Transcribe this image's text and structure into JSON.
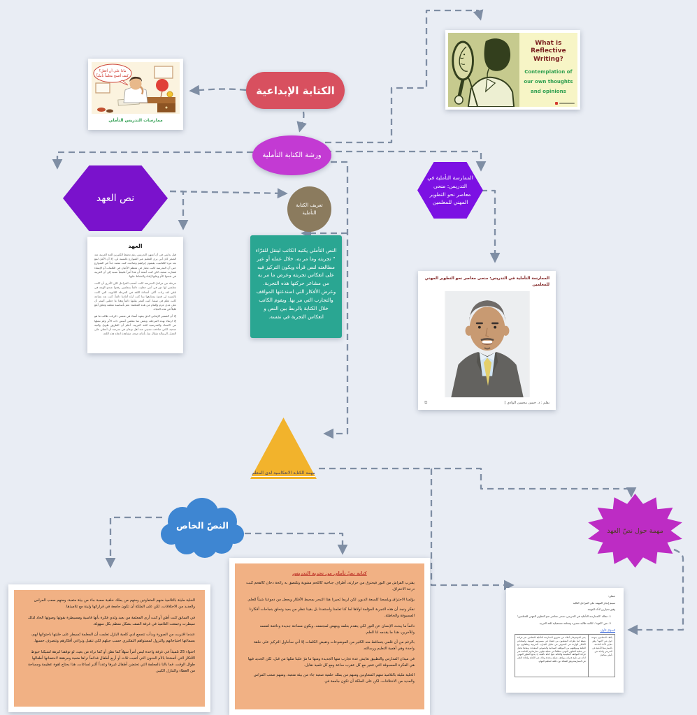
{
  "canvas": {
    "background": "#e9edf4",
    "connector_color": "#7f8ea4"
  },
  "nodes": {
    "creative_writing": {
      "label": "الكتابة الإبداعية",
      "color": "#d8505f"
    },
    "workshop": {
      "label": "ورشة الكتابة التأملية",
      "color": "#c33ad3"
    },
    "covenant_hex": {
      "label": "نص العهد",
      "color": "#7a12cc"
    },
    "definition_circle": {
      "label": "تعريف الكتابة التأملية",
      "color": "#8b7b5e"
    },
    "definition_note": {
      "color": "#2aa692",
      "text": "النص التأملي يكتبه الكاتب لينقل للقرّاء \" تجربته وما مر به، خلال عمله أو عبر مطالعته لنص قرأه ويكون التركيز فيه على انعكاس تجربته وعرض ما مر به من مشاعر حركتها هذه التجربة. وعرض الأفكار التي استدعتها المواقف والتجارب التي مر بها. ويقوم الكاتب خلال الكتابة بالربط بين النص و انعكاس التجربة في نفسه."
    },
    "practice_hex": {
      "label": "الممارسة التأملية في التدريس: منحى معاصر نحو التطوير المهني للمعلمين",
      "color": "#7c11e3"
    },
    "triangle_task": {
      "label": "مهمة الكتابة الانعكاسية لدى المعلم",
      "color": "#f2b32c"
    },
    "private_text_cloud": {
      "label": "النصّ الخاص",
      "color": "#3e86d2"
    },
    "covenant_task_star": {
      "label": "مهمة حول نصّ العهد",
      "color": "#bd2cc4"
    }
  },
  "cards": {
    "cartoon": {
      "bubble_line1": "ماذا علي أن أفعل؟",
      "bubble_line2": "كيف أصبح معلماً تأملياً",
      "caption": "ممارسات التدريس التأملي"
    },
    "reflective_poster": {
      "title": "What is Reflective Writing?",
      "lines": [
        "Contemplation of",
        "our own thoughts",
        "and opinions"
      ]
    },
    "article": {
      "title": "الممارسة التأملية في التدريس: منحى معاصر نحو التطوير المهني للمعلمين",
      "byline": "بقلم : د. حسن محسن الوادي ]"
    },
    "covenant_doc": {
      "title": "العهد",
      "paragraphs": [
        "قبل بدايتي في أن أمتهن التدريس رغم تحفظ الكثيرين للغة العربية عند الصغر كان أبي يرى التعليم عبر الشوارع بالنسبة لي، إلا أن الأمل لمع بعد مرة الكتاتيب، يقيمون إبراهيم وصاحبه. كنت متعبة جداً في الشوارع حتى أن المدرسة كانت تحتار في معظم الأحيان في الكلمات أو الإنشاء فصارت صعبة، لكن كنت أعتقد أن هذا أمراً طبيعياً نسبة إلى أن العربية في نفسها الأم وطنها إبقاء والحفاظ عليها.",
        "مرحلة من مراحل المدرسة كانت أصعب المراحل لكن الأدرى أن كانت معلمتي لها دور في أنني حظيت دائماً بمعلمين رفعوا عندي الهمة في تلقي لغة زادت أكثر. أستاذة اللغة في المرحلة الثانوية، التي كانت بالنسبة لي قدوة بمعارفها بما كنت أراه أمامنا دائماً. كنت بعد بضاعة كانت تعلم في صفنا، كنت أشعر بقلبها دائماً وهذا ما جعلني أصغر أن على مدى عزم وإلمام من هذه المعلمة؛ نعم بأساسية معلمة وتعلق أبلغ قليلاً في هذه الحياة.",
        "إلا أن الضمير الإيجابي الذي يتعهد أستاذ في نفسي ذكريات طالب ما هو إلا ارتقاء بهذه المرحلة، وبعض منا معلمي أسس ذات الأثر ولم نقبلها من الانتماء والمدرسية للغة العربية. أعلم أن الطريق طويل والنية صحية، لكني صادفت نصيبي عند أهل نوعان في مدرسة أن أعطي على العمل، الرسالة مثقال نما، بأمانة صحة، مشاهدة اتجاه هذه اللغة."
      ]
    },
    "personal_doc": {
      "paragraphs": [
        "الخلية مليئة بالتلاميذ منهم المتعاونين ومنهم من يملك خلفية صعبة جاء من بيئة متعبة، ومنهم صعب المراس والعديد من الاختلافات، لكن على الملكة أن تكون جامعة في قراراتها ولينة مع تلاميذها.",
        "في السابق كنت أظن أو كنت أرى المعلمة من بعيد ولدي فكرة بأنها قاسية ومسيطرة بقوتها وصوتها الحاد لذلك سيطرت وجمعت التلاميذ في غرفة الصف بشكل منظم بكل سهولة.",
        "عندما اقتربت من الصورة وبدأت تتجمع لدي كلعبة البازل تعلمت أن المعلمة تُسيطر على خليتها باحتوائها لهم، بسماعها احتياجاتهم والنزول لمستواهم التفكيري حسب جيلهم لكي تتقبل وتراعي أفكارهم وتتصرف حسبها.",
        "احتواء 25 تلميذاً في غرفة واحدة ليس أمراً سهلاً كما نظن أو كما نراه من بعيد، لو توقفنا لبرهة لشبكنا خيوط الأفكار التي أتعشتنا بالأم الحنون التي أتعبت ثلاث أو أربع أطفال فدائماً نراها متعبة ومرهقة لاحتضانها أطفالها طوال الوقت، فما بالنا بالمعلمة التي تحتضن أطفال غيرها وعدداً أكبر لساعات، هذا يحتاج لقوة عظيمة ومساحة من العطاء والتنازل الكبير."
      ]
    },
    "reflection_doc": {
      "title": "كتابة نصّ تأملي من تجربة التدريس",
      "paragraphs": [
        "يقترب الفراش من النور فيحترق من حرارته، أطراف جناحيه كاللحم مشوية وتلتصق به رائحة دخان كالفحم تُثبت درجة الاحتراق.",
        "يؤلمنا الاحتراق ويلسعنا كلسعة الدبور، لكن لربما يُجبرنا هذا التبحر بمحيط الأفكار ويجعل من دموعنا شيئاً للعلم.",
        "نفكر ونجد أن هذه التجربة المؤلمة لولاها لما كنا تعلمنا واستفدنا بل بقينا ننظر من بعيد ونحلق بنجاحات أفكارنا المسبوقة والخاطئة.",
        "دائماً ما يبحث الإنسان عن النور لكي يتقدم بعلمه وينهض لمجتمعه، ويكون مساحة جديدة ودافعة لنفسه وللآخرين، هذا ما يقدمه لنا العلم.",
        "بالرغم من أن قلمي يتساقط منه الكثير من الموضوعات وتفيض الكلمات إلا أني سأحاول التركيز على حلقة واحدة وهي أهمية التعليم ورسالته.",
        "في ميدان المدارس والتطبيق نعايش عدة تجارب منها الجديدة ومنها ما مرّ علينا مثلها من قبل، لكن الجديد فيها هي الفكرة المسبوقة التي تتغير مع كل عقرب ساعة ومع كل تلميذ نقابل.",
        "الخلية مليئة بالتلاميذ منهم المتعاونين ومنهم من يملك خلفية صعبة جاء من بيئة متعبة، ومنهم صعب المراس والعديد من الاختلافات، لكن على الملكة أن تكون جامعة في"
      ]
    },
    "task_doc": {
      "line1": "عملي:",
      "line2": "سيتم إنجاز المهمة على المراحل التالية",
      "line3": "وفق معيارين لأداء المهمة",
      "item1": "1. مقالة \"الممارسة التأملية في التدريس: منحى معاصر نحو التطوير المهني للمعلمين\"",
      "item2": "2. نص \"العهد\"، لكاتبة طالبة متميزة ومعلمة مستقبلية للغة العربية",
      "question_link": "السؤال الأول:",
      "box_main": "يعبر الموضوعان أعلاه عن محوري الممارسة التأملية للمعلمين عبر قراءة شيقة لما يطرحه المعلمون من قضايا في مسيرتهم المهنية، واستخدام الأفكار الواردة في النصوص في تحليل التجارب التدريبية وعلاقاتهم مع الطلبة ومواقفهم من المواقف الميدانية والنصوص المتعددة، وبعدها يجعل من عملية التطوير المهني منطلقاً في عملية تطوير ممارساتهم الخاصة عبر قراءة المواقف التعليمية والكتابة عنها كتابة تأملية، إذ يدفع التطور المهني لذاته في تلبية قدراته بمواقف عملية محددة وذلك عبر الكتابة وإعادة النظر في الممارسة وفق العطاء دون تكلف لتنظيم المهام.",
      "box_side": "يكلف المتعلمون بمهمة حول نص \"العهد\" وفق معايير الأداء الخاصة بالممارسة التأملية في التدريس وكتابة نص تأملي متكامل"
    }
  }
}
